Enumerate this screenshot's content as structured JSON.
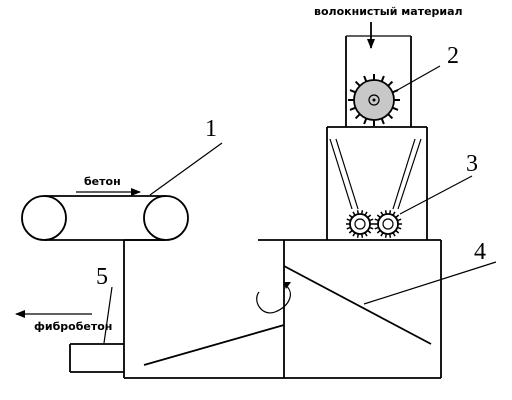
{
  "labels": {
    "fiber_material": "волокнистый материал",
    "concrete": "бетон",
    "fiber_concrete": "фибробетон"
  },
  "callouts": [
    "1",
    "2",
    "3",
    "4",
    "5"
  ]
}
